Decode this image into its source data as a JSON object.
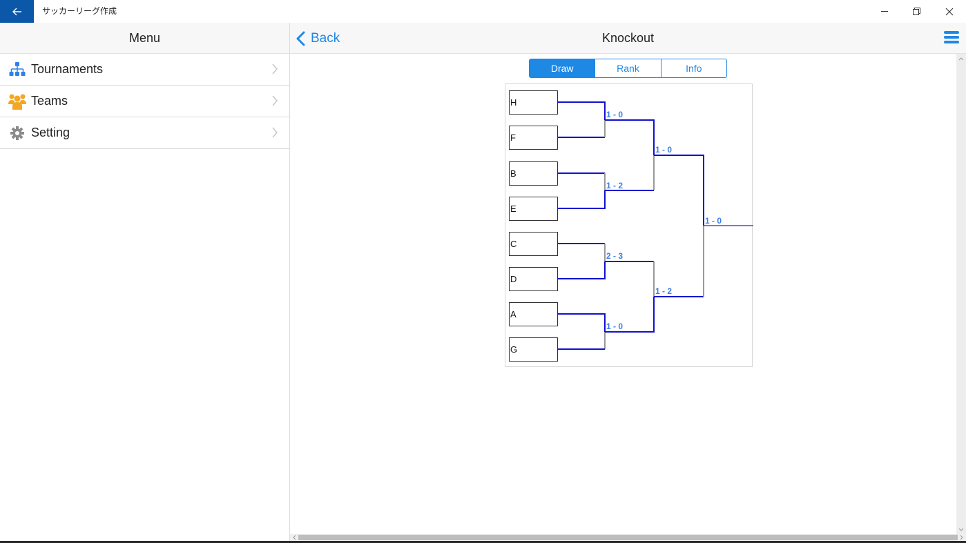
{
  "window": {
    "title": "サッカーリーグ作成",
    "controls": [
      "minimize",
      "restore",
      "close"
    ]
  },
  "sidebar": {
    "header": "Menu",
    "items": [
      {
        "label": "Tournaments",
        "icon": "hierarchy-icon",
        "color": "#2f80ed"
      },
      {
        "label": "Teams",
        "icon": "group-icon",
        "color": "#f5a623"
      },
      {
        "label": "Setting",
        "icon": "gear-icon",
        "color": "#8a8a8a"
      }
    ]
  },
  "main": {
    "back_label": "Back",
    "title": "Knockout",
    "tabs": [
      {
        "label": "Draw",
        "active": true
      },
      {
        "label": "Rank",
        "active": false
      },
      {
        "label": "Info",
        "active": false
      }
    ]
  },
  "bracket": {
    "teams": [
      "H",
      "F",
      "B",
      "E",
      "C",
      "D",
      "A",
      "G"
    ],
    "round1": [
      {
        "home": "H",
        "away": "F",
        "score": "1 - 0",
        "winner": "top"
      },
      {
        "home": "B",
        "away": "E",
        "score": "1 - 2",
        "winner": "bottom"
      },
      {
        "home": "C",
        "away": "D",
        "score": "2 - 3",
        "winner": "bottom"
      },
      {
        "home": "A",
        "away": "G",
        "score": "1 - 0",
        "winner": "top"
      }
    ],
    "round2": [
      {
        "score": "1 - 0",
        "winner": "top"
      },
      {
        "score": "1 - 2",
        "winner": "bottom"
      }
    ],
    "final": {
      "score": "1 - 0",
      "winner": "top"
    },
    "colors": {
      "win_line": "#1010d0",
      "lose_line": "#999999",
      "score_text": "#3f7fe0"
    }
  }
}
